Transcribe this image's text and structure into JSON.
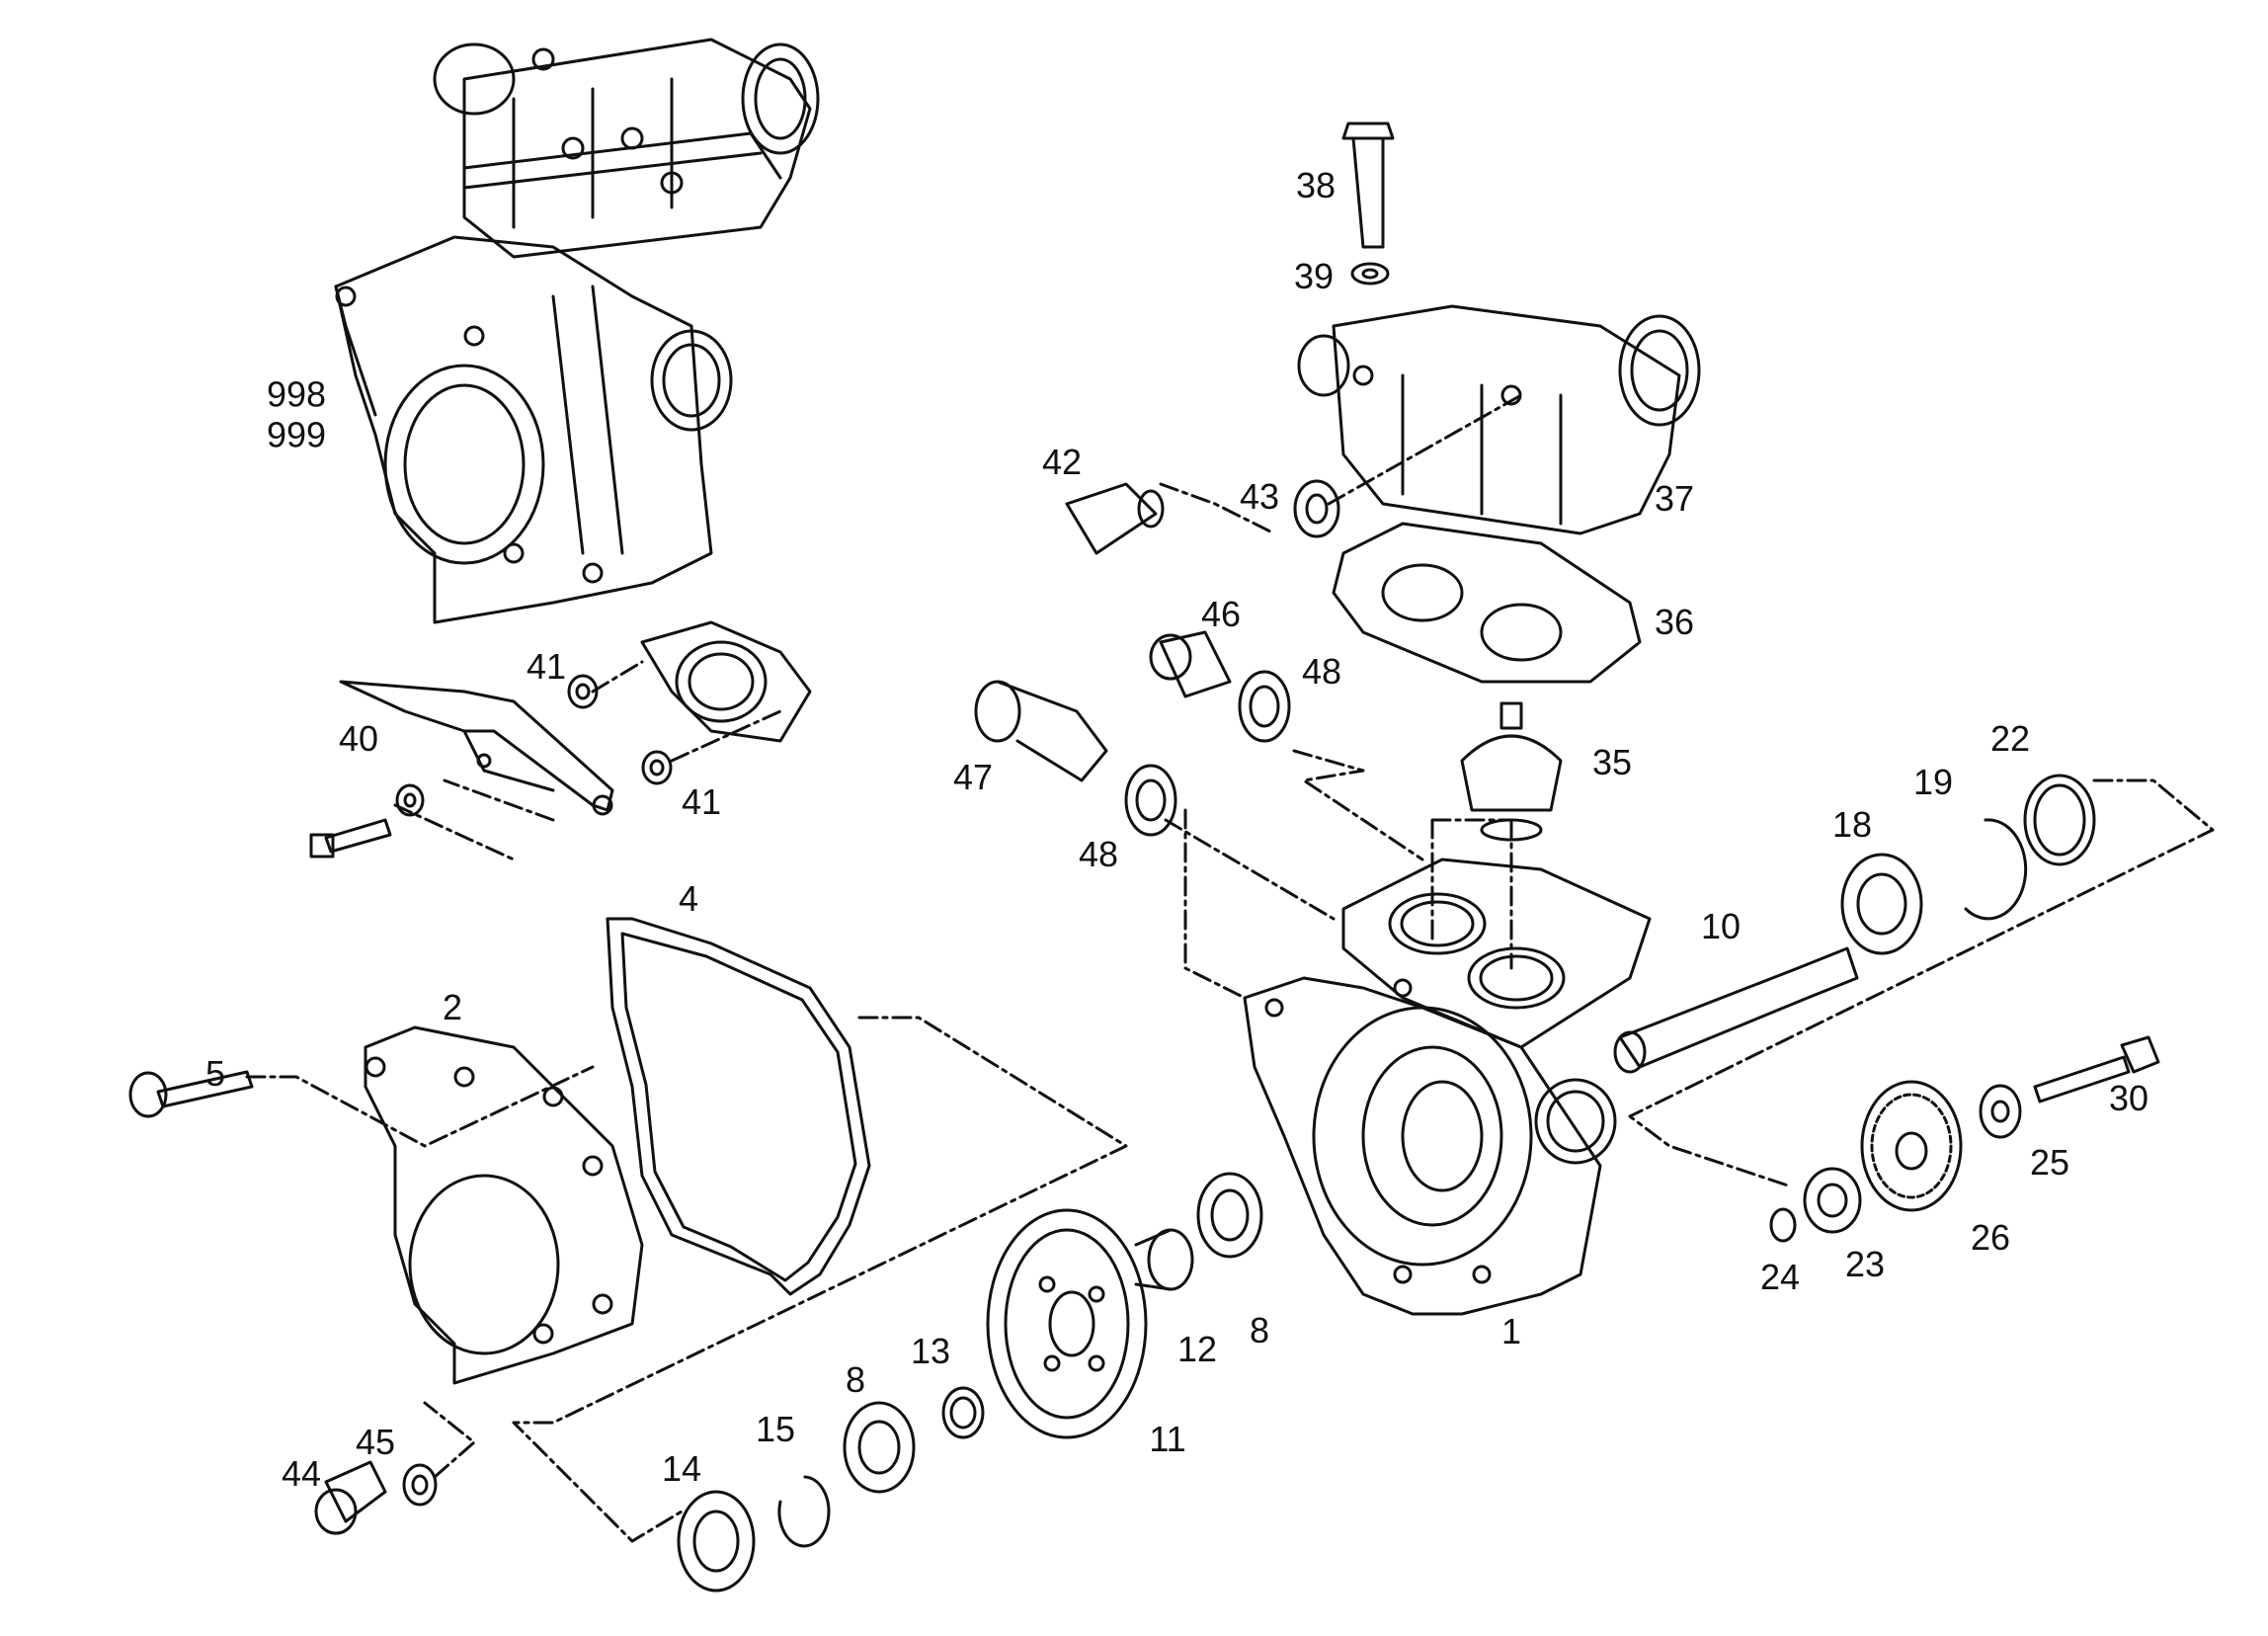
{
  "diagram": {
    "labels": {
      "l998": "998",
      "l999": "999",
      "l38": "38",
      "l39": "39",
      "l42": "42",
      "l43": "43",
      "l37": "37",
      "l36": "36",
      "l46": "46",
      "l48a": "48",
      "l48b": "48",
      "l41a": "41",
      "l41b": "41",
      "l40": "40",
      "l47": "47",
      "l35": "35",
      "l22": "22",
      "l19": "19",
      "l18": "18",
      "l10": "10",
      "l4": "4",
      "l2": "2",
      "l5": "5",
      "l30": "30",
      "l25": "25",
      "l26": "26",
      "l23": "23",
      "l24": "24",
      "l1": "1",
      "l8a": "8",
      "l12": "12",
      "l13": "13",
      "l8b": "8",
      "l11": "11",
      "l15": "15",
      "l14": "14",
      "l45": "45",
      "l44": "44"
    }
  }
}
